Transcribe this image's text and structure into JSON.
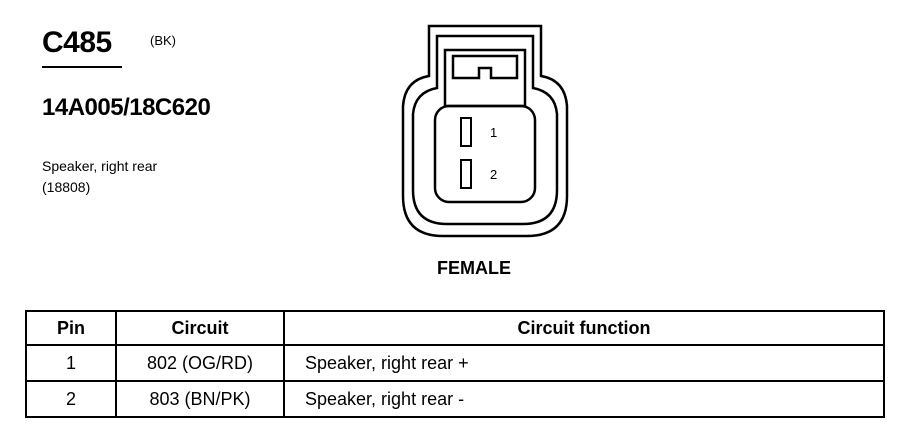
{
  "connector": {
    "id": "C485",
    "color_code": "(BK)",
    "part_numbers": "14A005/18C620",
    "description_lines": [
      "Speaker, right rear",
      "(18808)"
    ],
    "view": "FEMALE",
    "pin_labels": [
      "1",
      "2"
    ]
  },
  "pin_table": {
    "headers": [
      "Pin",
      "Circuit",
      "Circuit function"
    ],
    "rows": [
      {
        "pin": "1",
        "circuit": "802 (OG/RD)",
        "function": "Speaker, right rear  +"
      },
      {
        "pin": "2",
        "circuit": "803 (BN/PK)",
        "function": "Speaker, right rear  -"
      }
    ]
  }
}
